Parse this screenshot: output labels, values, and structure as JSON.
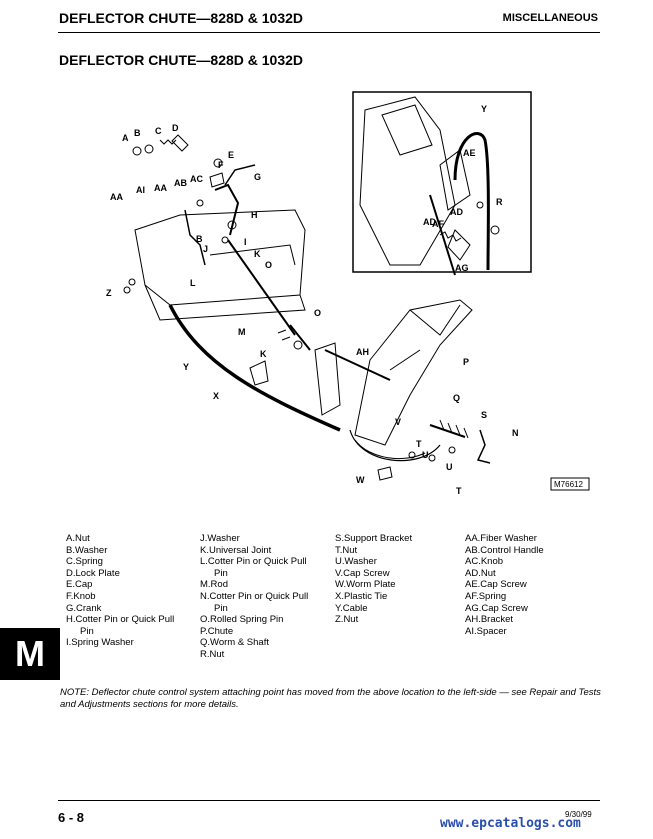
{
  "header": {
    "title": "DEFLECTOR CHUTE—828D & 1032D",
    "section": "MISCELLANEOUS"
  },
  "section_title": "DEFLECTOR CHUTE—828D & 1032D",
  "diagram": {
    "figure_id": "M76612",
    "callouts": {
      "A": "A",
      "B": "B",
      "C": "C",
      "D": "D",
      "E": "E",
      "F": "F",
      "G": "G",
      "H": "H",
      "I": "I",
      "J": "J",
      "K": "K",
      "L": "L",
      "M": "M",
      "O": "O",
      "P": "P",
      "Q": "Q",
      "R": "R",
      "S": "S",
      "T": "T",
      "U": "U",
      "V": "V",
      "W": "W",
      "X": "X",
      "Y": "Y",
      "Z": "Z",
      "N": "N",
      "AA": "AA",
      "AB": "AB",
      "AC": "AC",
      "AD": "AD",
      "AE": "AE",
      "AF": "AF",
      "AG": "AG",
      "AH": "AH",
      "AI": "AI"
    }
  },
  "legend": {
    "col1": [
      "A.Nut",
      "B.Washer",
      "C.Spring",
      "D.Lock Plate",
      "E.Cap",
      "F.Knob",
      "G.Crank",
      "H.Cotter Pin or Quick Pull",
      "Pin",
      "I.Spring Washer"
    ],
    "col2": [
      "J.Washer",
      "K.Universal Joint",
      "L.Cotter Pin or Quick Pull",
      "Pin",
      "M.Rod",
      "N.Cotter Pin or Quick Pull",
      "Pin",
      "O.Rolled Spring Pin",
      "P.Chute",
      "Q.Worm & Shaft",
      "R.Nut"
    ],
    "col3": [
      "S.Support Bracket",
      "T.Nut",
      "U.Washer",
      "V.Cap Screw",
      "W.Worm Plate",
      "X.Plastic Tie",
      "Y.Cable",
      "Z.Nut"
    ],
    "col4": [
      "AA.Fiber Washer",
      "AB.Control Handle",
      "AC.Knob",
      "AD.Nut",
      "AE.Cap Screw",
      "AF.Spring",
      "AG.Cap Screw",
      "AH.Bracket",
      "AI.Spacer"
    ]
  },
  "tab_letter": "M",
  "note": "NOTE:  Deflector chute control system attaching point has moved from the above location to the left-side — see Repair and Tests and Adjustments sections for more details.",
  "footer": {
    "page_number": "6 - 8",
    "date": "9/30/99",
    "watermark": "www.epcatalogs.com"
  }
}
